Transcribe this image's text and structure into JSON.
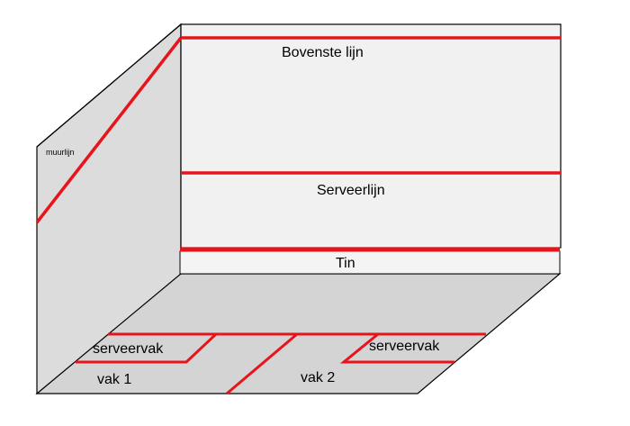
{
  "labels": {
    "bovenste_lijn": "Bovenste lijn",
    "serveerlijn": "Serveerlijn",
    "tin": "Tin",
    "muurlijn": "muurlijn",
    "serveervak_left": "serveervak",
    "serveervak_right": "serveervak",
    "vak_1": "vak 1",
    "vak_2": "vak 2"
  },
  "colors": {
    "line_red": "#e8141b",
    "front_wall": "#f1f1f1",
    "side_wall": "#dcdcdc",
    "floor": "#d4d4d4",
    "tin_board": "#f4f4f4",
    "outline": "#000000"
  }
}
